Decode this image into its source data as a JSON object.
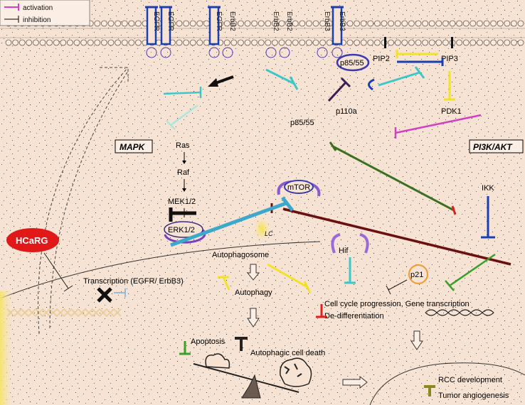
{
  "legend": {
    "activation": "activation",
    "inhibition": "inhibition",
    "activation_color": "#d43fc6",
    "inhibition_color": "#000000"
  },
  "receptors": [
    "EGFR",
    "EGFR",
    "EGFR",
    "ErbB2",
    "ErbB2",
    "ErbB2",
    "ErbB3",
    "ErbB3"
  ],
  "pathway_titles": {
    "mapk": "MAPK",
    "pi3k": "PI3K/AKT"
  },
  "mapk_chain": [
    "Ras",
    "Raf",
    "MEK1/2",
    "ERK1/2"
  ],
  "pi3k_labels": {
    "p85": "p85/55",
    "p110": "p110a",
    "p85b": "p85/55",
    "pip2": "PIP2",
    "pip3": "PIP3",
    "pdk1": "PDK1",
    "ikk": "IKK"
  },
  "center_labels": {
    "mtor": "mTOR",
    "hif": "Hif",
    "autophagosome": "Autophagosome",
    "autophagy": "Autophagy",
    "apoptosis": "Apoptosis",
    "autophagic_death": "Autophagic cell death",
    "p21": "p21",
    "cell_cycle": "Cell cycle progression, Gene transcription",
    "dedifferentiation": "De-differentiation",
    "rcc": "RCC development",
    "angiogenesis": "Tumor angiogenesis",
    "lc3": "LC"
  },
  "hcarg": "HCaRG",
  "transcription": "Transcription (EGFR/ ErbB3)",
  "colors": {
    "background": "#f7e3d3",
    "cyan": "#3cc8c8",
    "blue": "#1a3fb0",
    "red": "#e02020",
    "maroon": "#6b1010",
    "green": "#3aa02a",
    "yellow": "#f2e22a",
    "magenta": "#d43fc6",
    "purple": "#7a3fc0",
    "hcarg_red": "#e01818"
  }
}
